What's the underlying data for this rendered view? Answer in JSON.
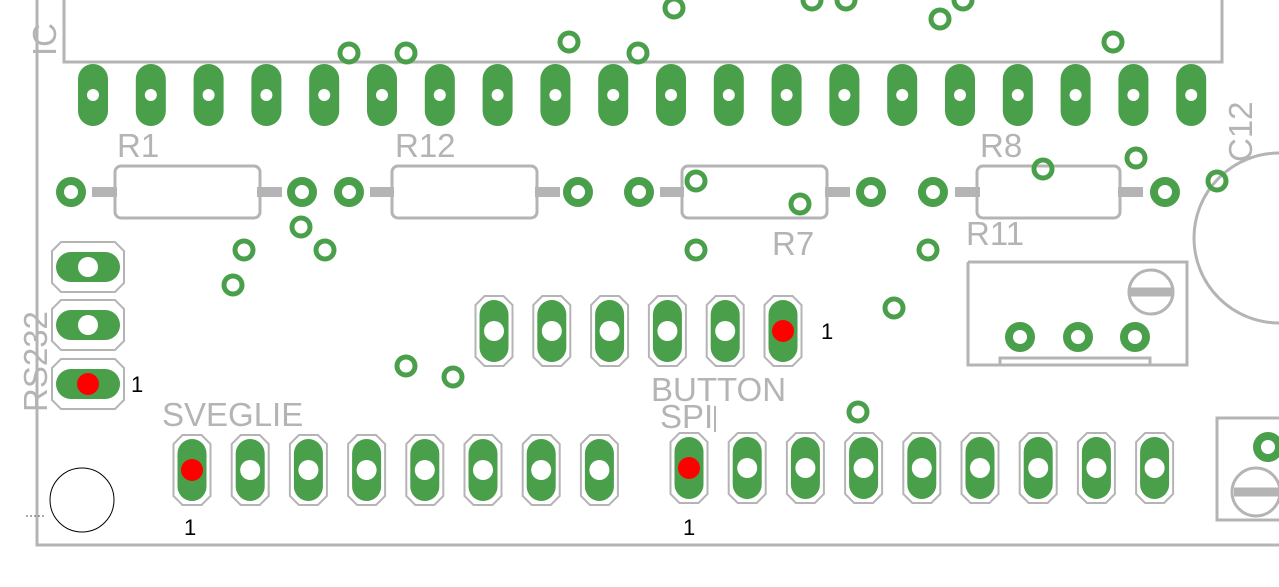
{
  "labels": {
    "ic": "IC",
    "r1": "R1",
    "r12": "R12",
    "r8": "R8",
    "r7": "R7",
    "r11": "R11",
    "c12": "C12",
    "rs232": "RS232",
    "button": "BUTTON",
    "sveglie": "SVEGLIE",
    "spi": "SPI",
    "pin1_rs232": "1",
    "pin1_button": "1",
    "pin1_sveglie": "1",
    "pin1_spi": "1"
  },
  "colors": {
    "copper": "#4a9f4b",
    "silkscreen": "#b4b4b4",
    "pin1_marker": "#ff0000",
    "background": "#ffffff",
    "pin_label": "#000000"
  }
}
